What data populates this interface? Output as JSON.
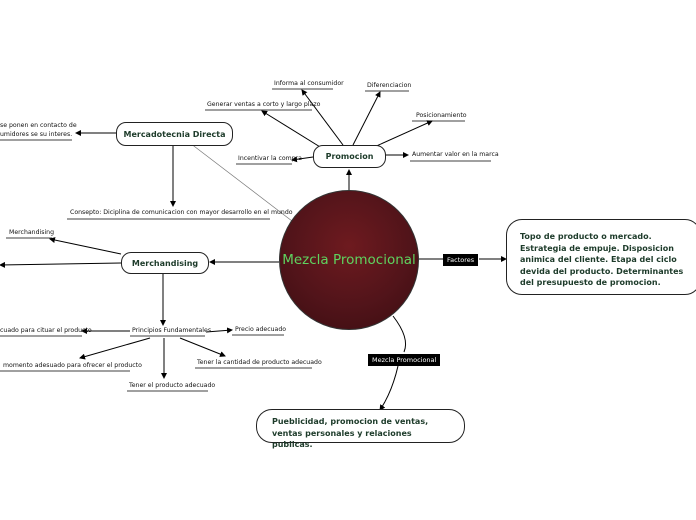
{
  "center": {
    "title": "Mezcla Promocional"
  },
  "nodes": {
    "promocion": "Promocion",
    "mercadotecnia": "Mercadotecnia Directa",
    "merchandising": "Merchandising"
  },
  "promocion_children": {
    "informa": "Informa al consumidor",
    "diferenciacion": "Diferenciacion",
    "generar": "Generar ventas a corto y largo plazo",
    "posicionamiento": "Posicionamiento",
    "incentivar": "Incentivar la compra",
    "aumentar": "Aumentar valor en la marca"
  },
  "mercadotecnia_children": {
    "contacto_line1": "se ponen en contacto de",
    "contacto_line2": "umidores se su interes.",
    "concepto": "Consepto: Diciplina de comunicacion con mayor desarrollo en el mundo"
  },
  "merchandising_children": {
    "merch_label": "Merchandising",
    "principios": "Principios Fundamentales",
    "precio": "Precio adecuado",
    "lugar": "cuado para cituar el producto",
    "momento": "momento adesuado para ofrecer el producto",
    "cantidad": "Tener la cantidad de producto adecuado",
    "tener_producto": "Tener el producto adecuado"
  },
  "tags": {
    "factores": "Factores",
    "mezcla": "Mezcla Promocional"
  },
  "boxes": {
    "factores_text": "Topo de producto o mercado. Estrategia de empuje. Disposicion animica del cliente. Etapa del ciclo devida del producto. Determinantes del presupuesto de promocion.",
    "mezcla_text": "Pueblicidad, promocion de ventas, ventas personales y relaciones publicas."
  },
  "colors": {
    "center_fill": "#52141a",
    "center_text": "#5fd35f",
    "node_text": "#1d3b2a"
  }
}
